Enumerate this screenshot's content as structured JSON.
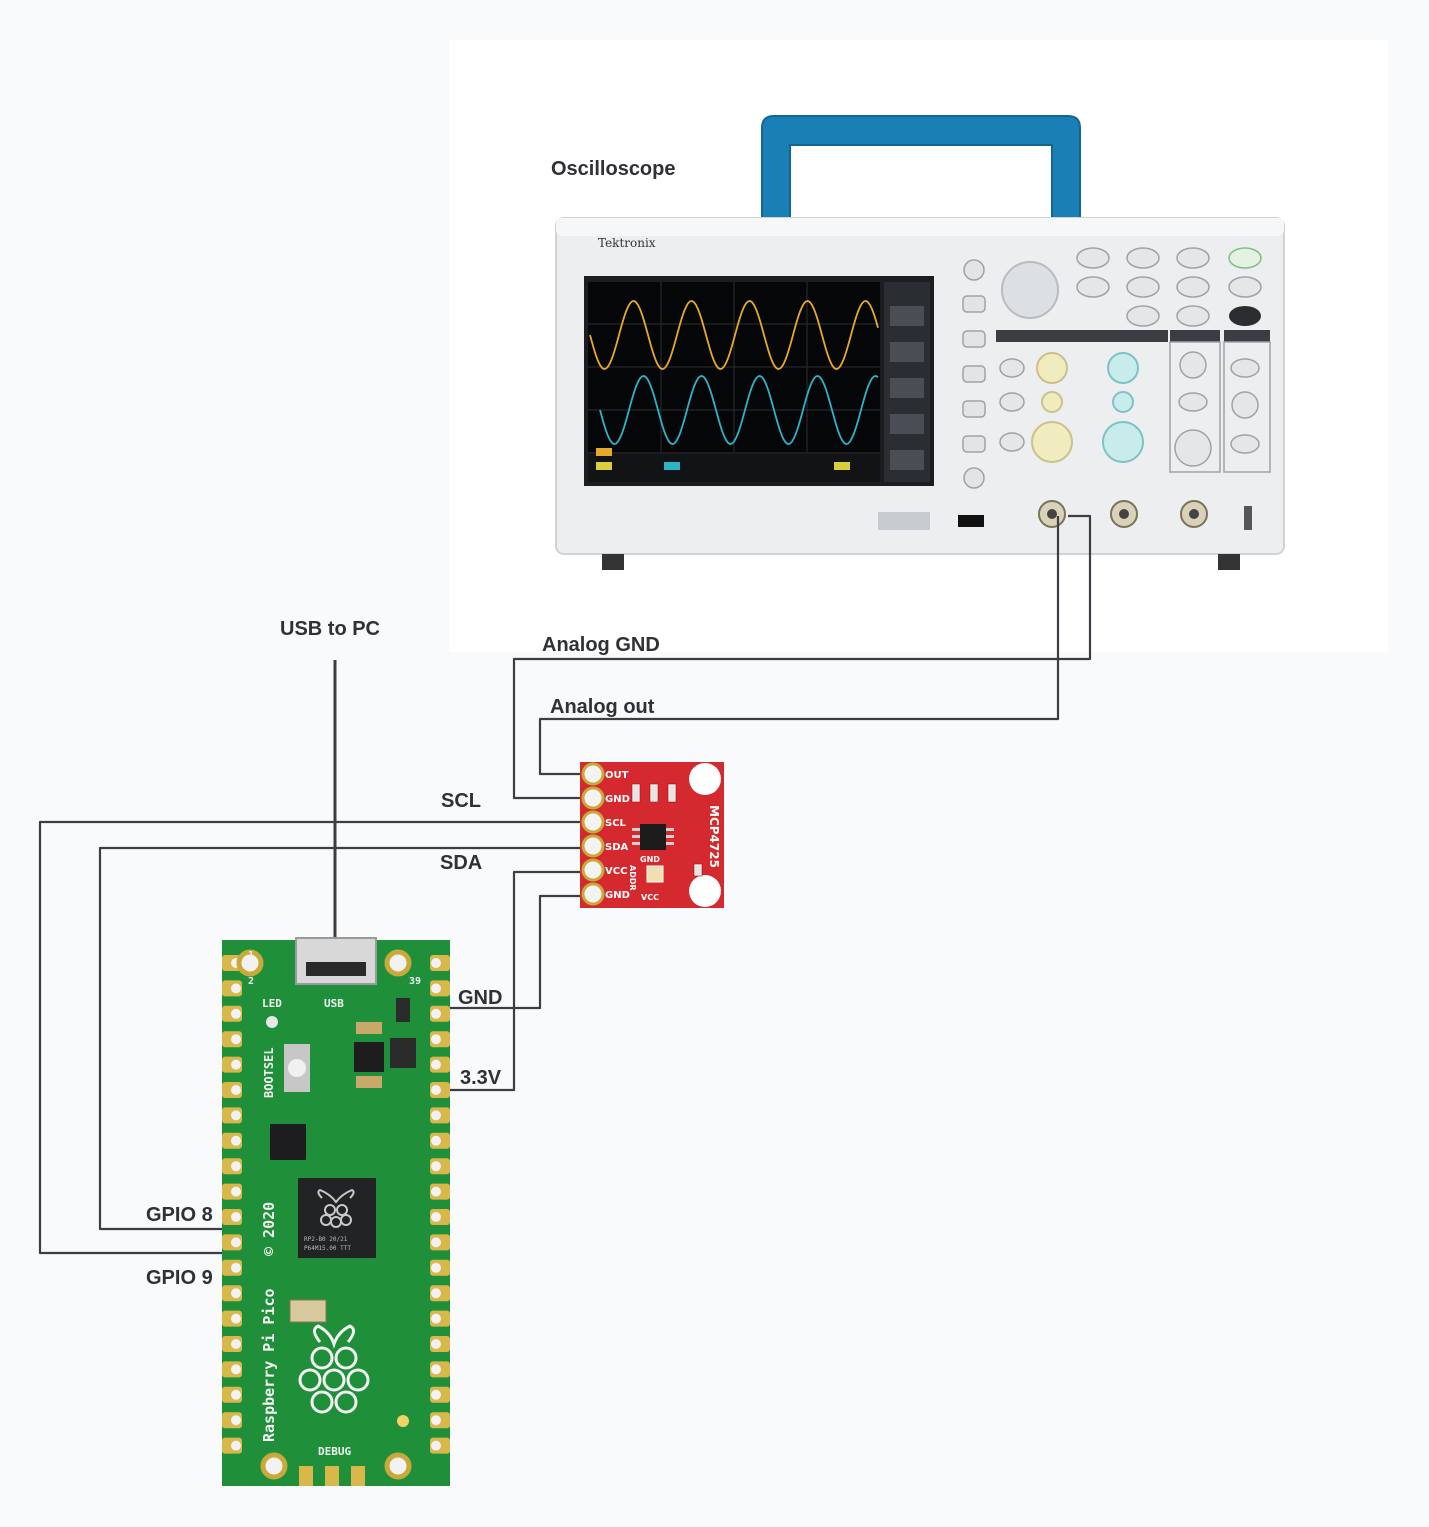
{
  "labels": {
    "oscilloscope": "Oscilloscope",
    "usb_to_pc": "USB to PC",
    "analog_gnd": "Analog GND",
    "analog_out": "Analog out",
    "scl": "SCL",
    "sda": "SDA",
    "gnd": "GND",
    "v33": "3.3V",
    "gpio8": "GPIO 8",
    "gpio9": "GPIO 9"
  },
  "oscilloscope": {
    "brand": "Tektronix",
    "body_color": "#eceef0",
    "handle_color": "#1a7fb5",
    "trace_colors": [
      "#e8a92a",
      "#2fb3c9"
    ]
  },
  "dac_board": {
    "chip_name": "MCP4725",
    "pins": [
      "OUT",
      "GND",
      "SCL",
      "SDA",
      "VCC",
      "GND"
    ],
    "addr_labels": [
      "GND",
      "ADDR",
      "VCC"
    ],
    "board_color": "#d42a2f"
  },
  "pico_board": {
    "name": "Raspberry Pi Pico",
    "year": "© 2020",
    "silk_labels": {
      "led": "LED",
      "usb": "USB",
      "bootsel": "BOOTSEL",
      "debug": "DEBUG",
      "pin1": "1",
      "pin2": "2",
      "pin39": "39",
      "chip_line1": "RP2-B0  20/21",
      "chip_line2": "P64M15.00 TTT"
    },
    "board_color": "#1f8f3a"
  }
}
